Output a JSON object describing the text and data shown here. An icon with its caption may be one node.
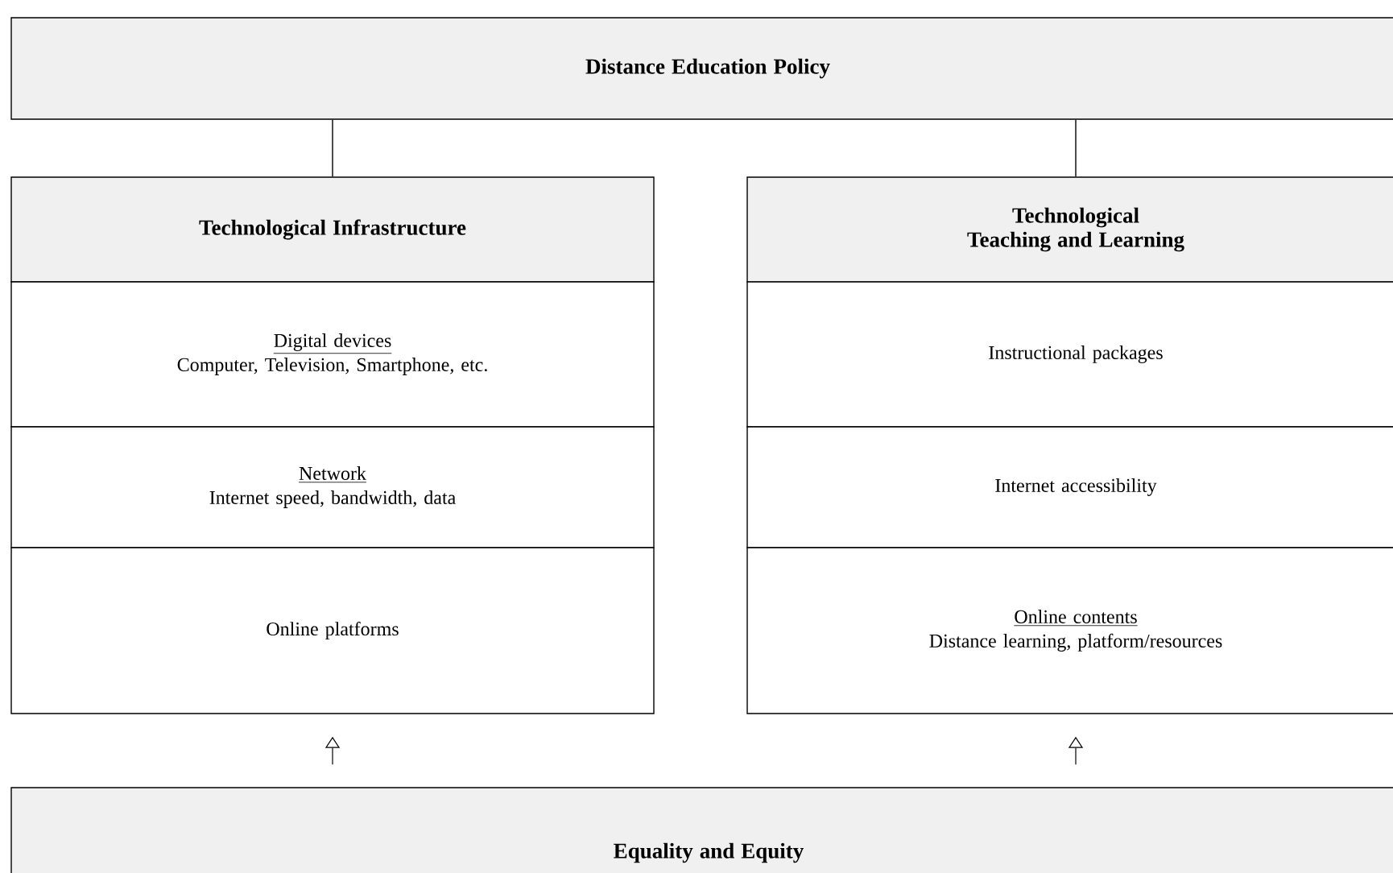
{
  "diagram": {
    "nodes": [
      {
        "text": [
          "Distance Education Policy"
        ]
      },
      {
        "text": [
          "Technological Infrastructure"
        ]
      },
      {
        "text": [
          "Digital devices",
          "Computer, Television, Smartphone, etc."
        ]
      },
      {
        "text": [
          "Network",
          "Internet speed, bandwidth, data"
        ]
      },
      {
        "text": [
          "Online platforms"
        ]
      },
      {
        "text": [
          "Technological Teaching and Learning"
        ]
      },
      {
        "text": [
          "Instructional packages"
        ]
      },
      {
        "text": [
          "Internet accessibility"
        ]
      },
      {
        "text": [
          "Online contents",
          "Distance learning, platform/resources"
        ]
      },
      {
        "text": [
          "Equality and Equity"
        ]
      }
    ],
    "edges": [
      {
        "from": 0,
        "to": 1,
        "arrow": "none"
      },
      {
        "from": 0,
        "to": 5,
        "arrow": "none"
      },
      {
        "from": 9,
        "to": 4,
        "arrow": "to"
      },
      {
        "from": 9,
        "to": 8,
        "arrow": "to"
      }
    ]
  }
}
